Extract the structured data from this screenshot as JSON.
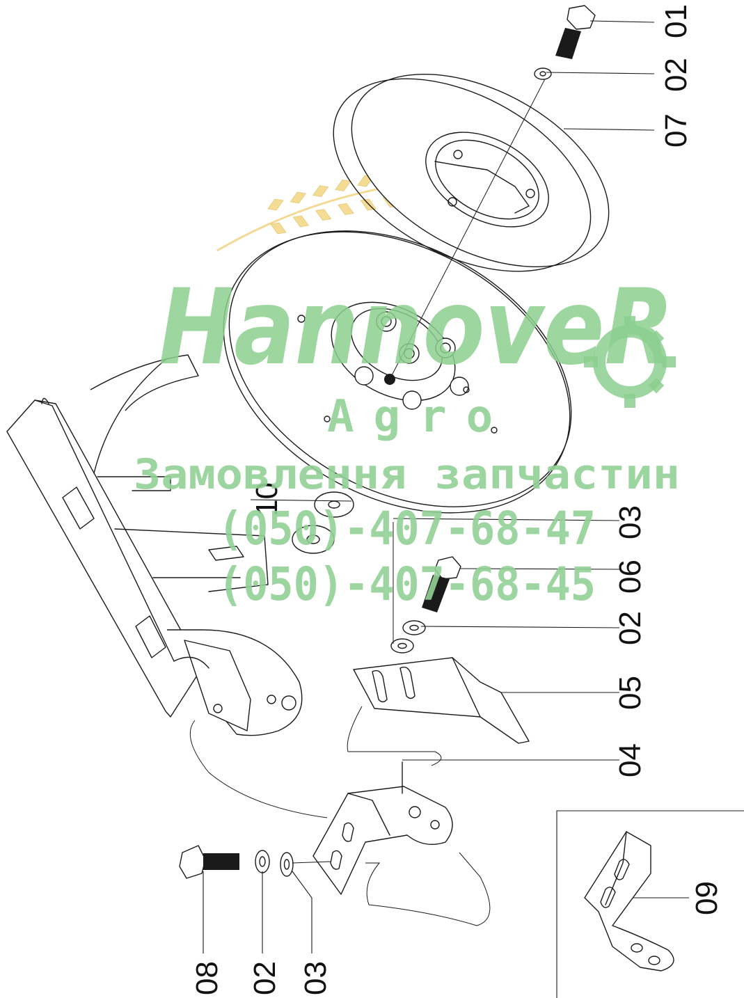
{
  "diagram": {
    "part_labels": [
      {
        "id": "p01",
        "text": "01"
      },
      {
        "id": "p02a",
        "text": "02"
      },
      {
        "id": "p07",
        "text": "07"
      },
      {
        "id": "p10",
        "text": "10"
      },
      {
        "id": "p03a",
        "text": "03"
      },
      {
        "id": "p06",
        "text": "06"
      },
      {
        "id": "p02b",
        "text": "02"
      },
      {
        "id": "p05",
        "text": "05"
      },
      {
        "id": "p04",
        "text": "04"
      },
      {
        "id": "p09",
        "text": "09"
      },
      {
        "id": "p08",
        "text": "08"
      },
      {
        "id": "p02c",
        "text": "02"
      },
      {
        "id": "p03b",
        "text": "03"
      }
    ]
  },
  "watermark": {
    "brand": "HannoveR",
    "sub": "Agro",
    "order_text": "Замовлення запчастин",
    "phone_1": "(050)-407-68-47",
    "phone_2": "(050)-407-68-45",
    "colors": {
      "green": "#8ccf8f",
      "wheat": "#f4d98a"
    }
  }
}
